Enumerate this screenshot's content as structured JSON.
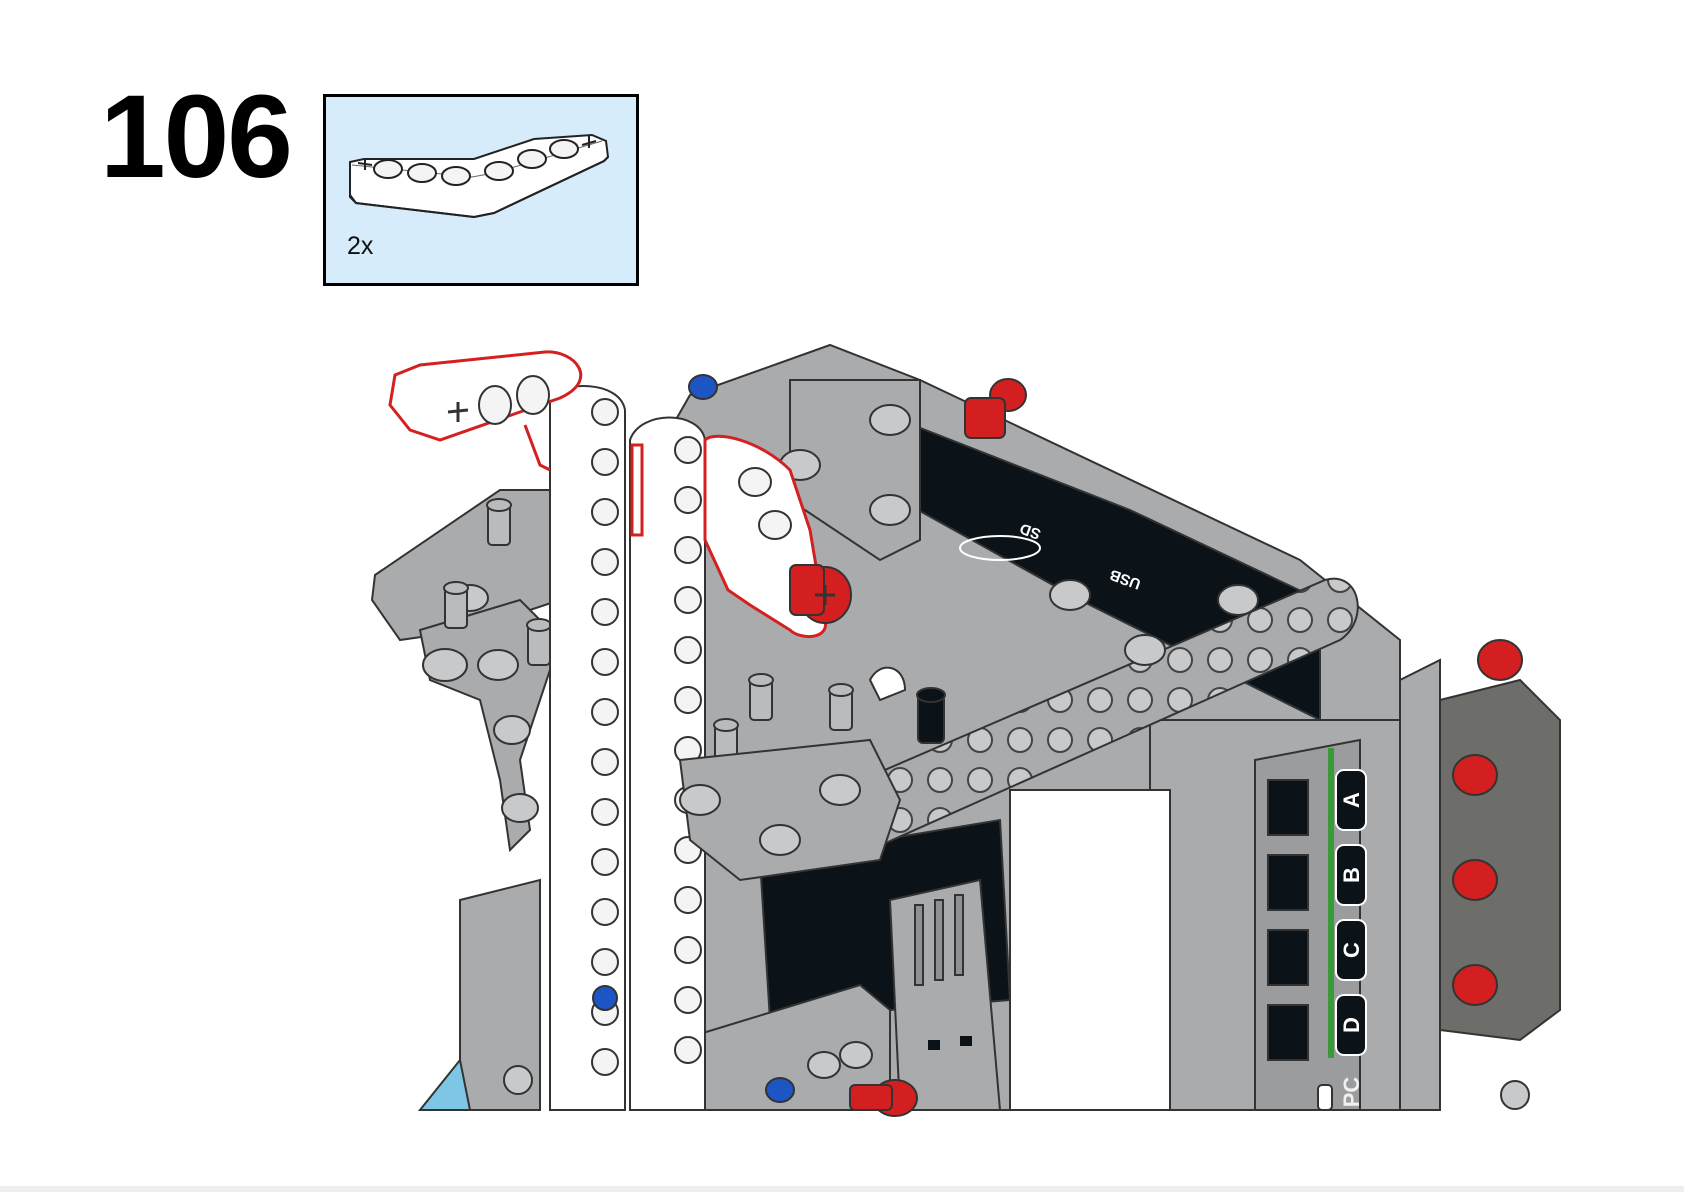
{
  "step": {
    "number": "106"
  },
  "parts_list": [
    {
      "part": "liftarm-bent-white-icon",
      "quantity": "2x"
    }
  ],
  "hub": {
    "port_labels": [
      "A",
      "B",
      "C",
      "D"
    ],
    "pc_label": "PC",
    "sd_label": "SD",
    "usb_label": "USB"
  },
  "colors": {
    "callout_background": "#d6ecfa",
    "highlight_outline": "#d42020",
    "pin_red": "#d31f1f",
    "pin_blue": "#1d55c4",
    "beam_gray": "#a9abad",
    "hub_black": "#0b1218"
  }
}
